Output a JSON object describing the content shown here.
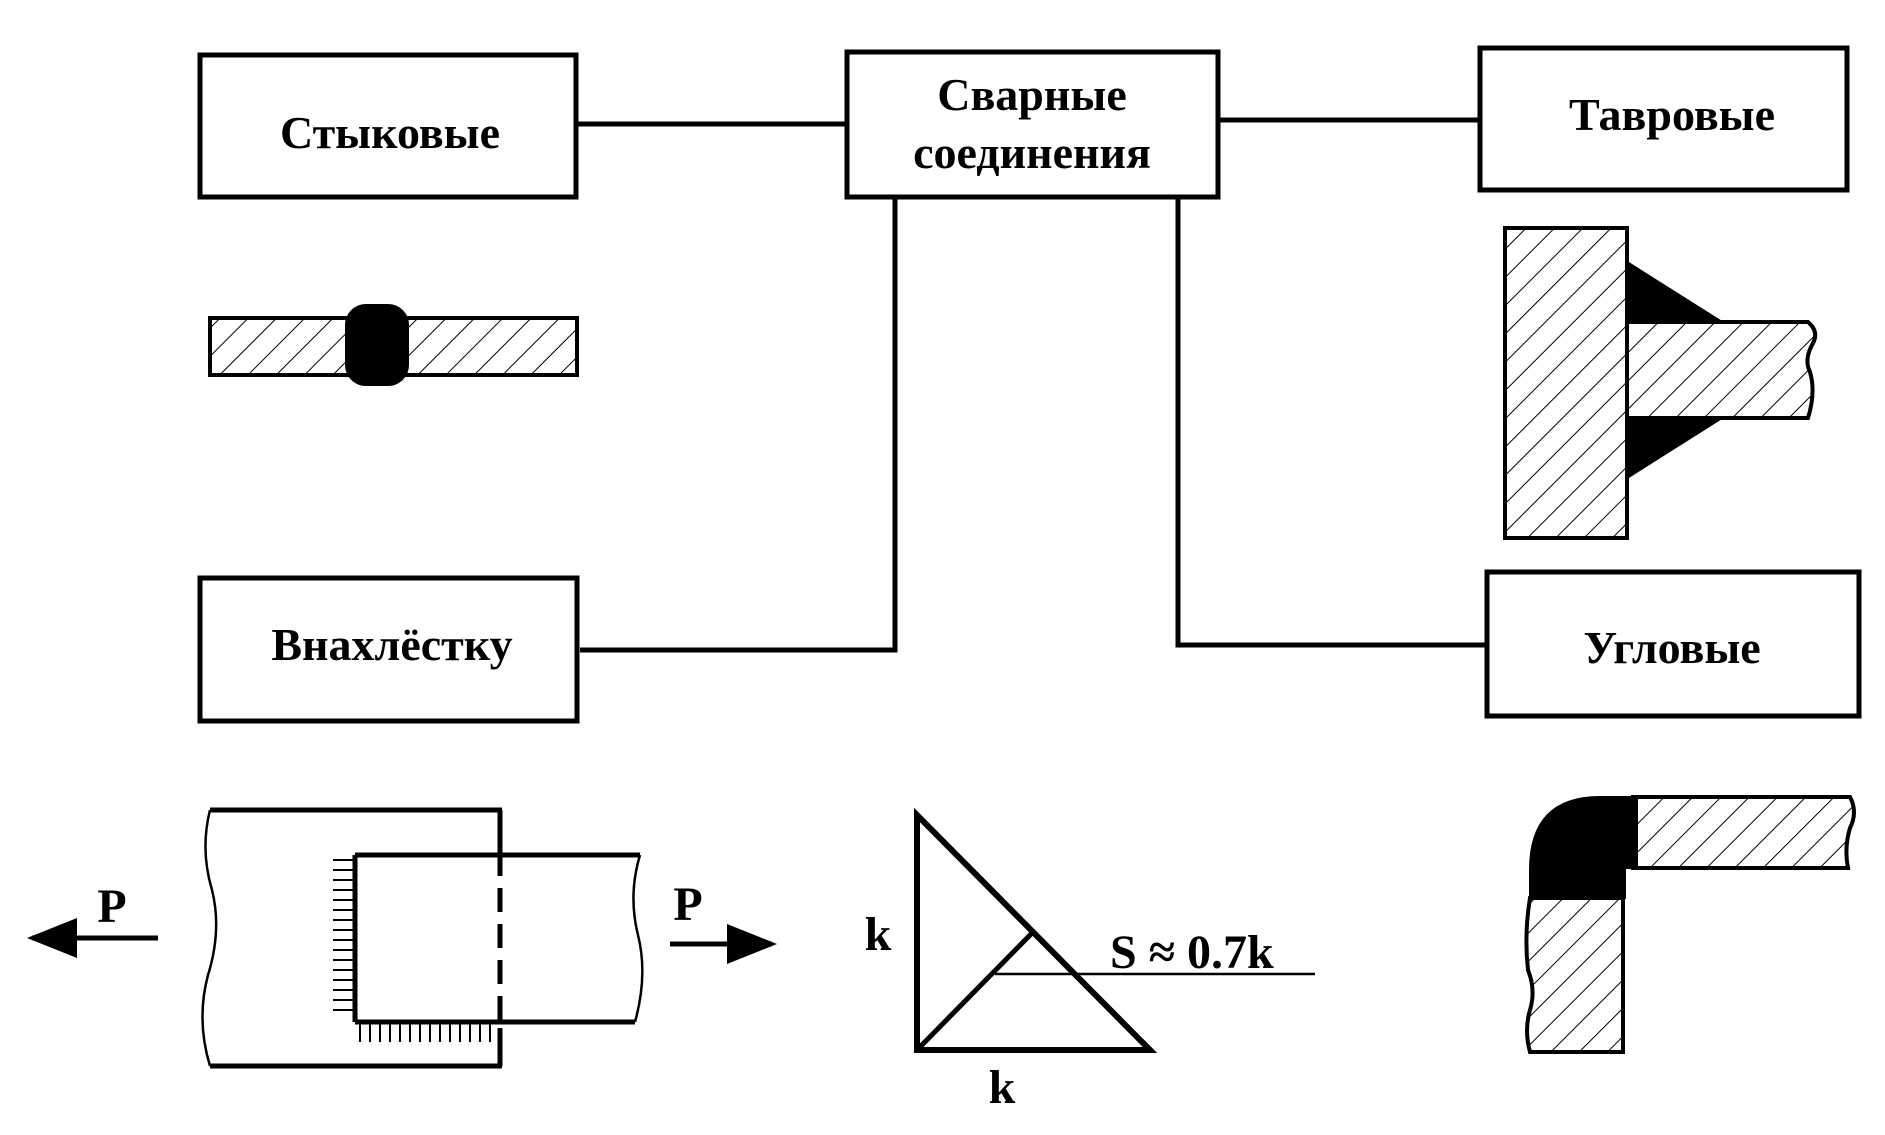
{
  "boxes": {
    "center_line1": "Сварные",
    "center_line2": "соединения",
    "butt": "Стыковые",
    "tee": "Тавровые",
    "lap": "Внахлёстку",
    "corner": "Угловые"
  },
  "lap_diagram": {
    "force_left": "P",
    "force_right": "P"
  },
  "fillet_diagram": {
    "leg_vertical": "k",
    "leg_horizontal": "k",
    "throat_formula": "S ≈ 0.7k"
  }
}
